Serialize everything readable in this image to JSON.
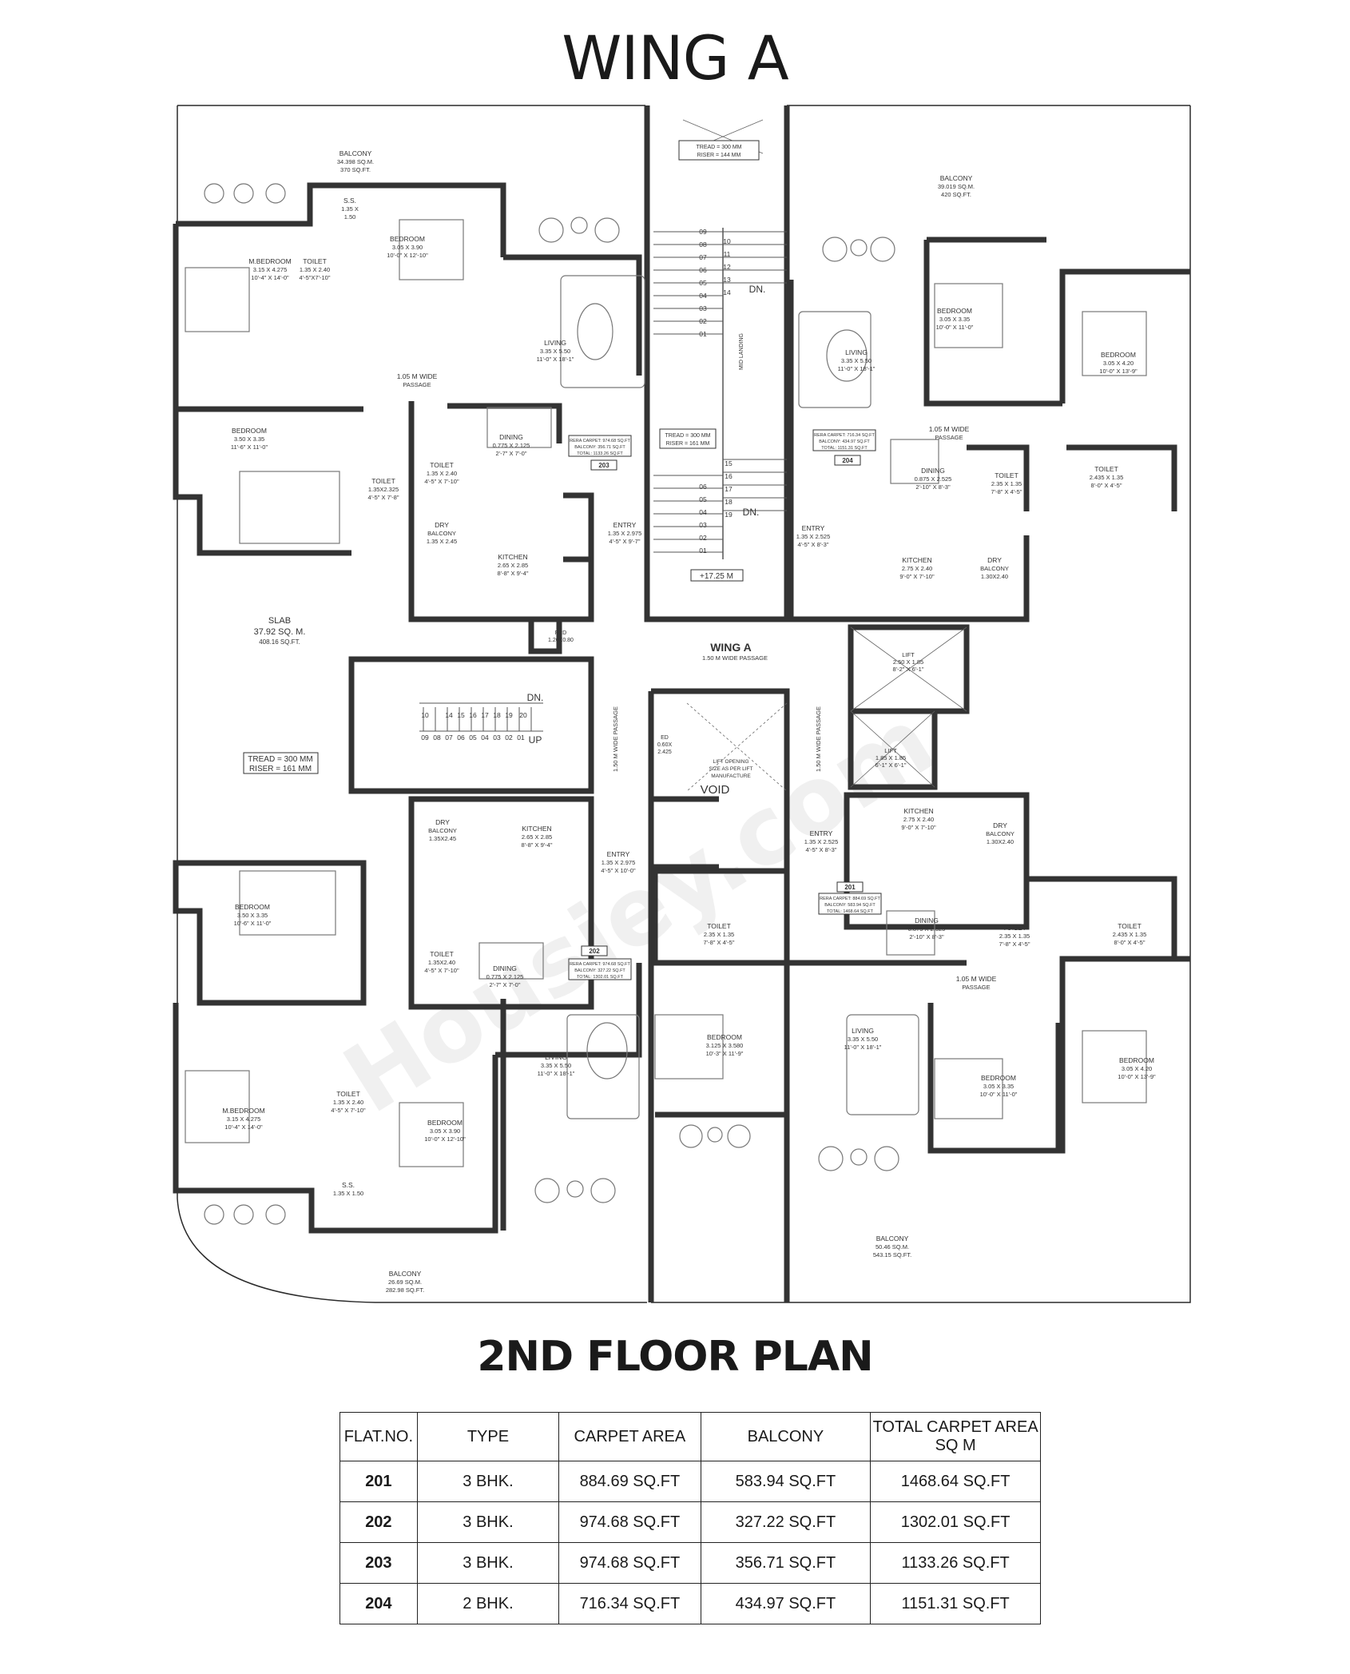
{
  "header": {
    "wing_title": "WING A"
  },
  "footer": {
    "floor_title": "2ND FLOOR PLAN"
  },
  "watermark": "Housiey.com",
  "plan": {
    "center_label": "WING A",
    "center_sub": "1.50 M WIDE PASSAGE",
    "level": "+17.25 M",
    "void": "VOID",
    "lift_opening": [
      "LIFT OPENING",
      "SIZE AS PER LIFT",
      "MANUFACTURE"
    ],
    "slab": {
      "name": "SLAB",
      "sqm": "37.92 SQ. M.",
      "sqft": "408.16 SQ.FT."
    },
    "tread_riser": [
      "TREAD = 300 MM",
      "RISER = 161 MM"
    ],
    "top_tread": [
      "TREAD = 300 MM",
      "RISER = 144 MM"
    ],
    "mid_tread": [
      "TREAD = 300 MM",
      "RISER = 161 MM"
    ],
    "stair_dn": "DN.",
    "stair_up": "UP",
    "stair_steps_top": [
      "09",
      "08",
      "07",
      "06",
      "05",
      "04",
      "03",
      "02",
      "01"
    ],
    "stair_steps_top_r": [
      "10",
      "11",
      "12",
      "13",
      "14"
    ],
    "stair_steps_mid": [
      "06",
      "05",
      "04",
      "03",
      "02",
      "01"
    ],
    "stair_steps_mid_r": [
      "15",
      "16",
      "17",
      "18",
      "19"
    ],
    "stair_west_top": [
      "10",
      "14",
      "15",
      "16",
      "17",
      "18",
      "19",
      "20"
    ],
    "stair_west_bot": [
      "09",
      "08",
      "07",
      "06",
      "05",
      "04",
      "03",
      "02",
      "01"
    ],
    "mid_landing": "MID LANDING",
    "frd": [
      "FRD",
      "1.20X0.80"
    ],
    "ed": [
      "ED",
      "0.60X",
      "2.425"
    ],
    "passage_150": "1.50 M WIDE PASSAGE",
    "lift1": [
      "LIFT",
      "2.50 X 1.85",
      "8'-2\" X 6'-1\""
    ],
    "lift2": [
      "LIFT",
      "1.85 X 1.85",
      "6'-1\" X 6'-1\""
    ],
    "flat_tags": [
      "203",
      "204",
      "202",
      "201"
    ],
    "rera_203": [
      "RERA CARPET: 974.68 SQ.FT",
      "BALCONY: 356.71 SQ.FT",
      "TOTAL: 1133.26 SQ.FT"
    ],
    "rera_204": [
      "RERA CARPET: 716.34 SQ.FT",
      "BALCONY: 434.97 SQ.FT",
      "TOTAL: 1151.31 SQ.FT"
    ],
    "rera_202": [
      "RERA CARPET: 974.68 SQ.FT",
      "BALCONY: 327.22 SQ.FT",
      "TOTAL: 1302.01 SQ.FT"
    ],
    "rera_201": [
      "RERA CARPET: 884.69 SQ.FT",
      "BALCONY: 583.94 SQ.FT",
      "TOTAL: 1468.64 SQ.FT"
    ],
    "rooms": [
      [
        "BALCONY",
        "34.398 SQ.M.",
        "370 SQ.FT."
      ],
      [
        "S.S.",
        "1.35 X",
        "1.50"
      ],
      [
        "BEDROOM",
        "3.05 X 3.90",
        "10'-0\" X 12'-10\""
      ],
      [
        "M.BEDROOM",
        "3.15 X 4.275",
        "10'-4\" X 14'-0\""
      ],
      [
        "TOILET",
        "1.35 X 2.40",
        "4'-5\"X7'-10\""
      ],
      [
        "LIVING",
        "3.35 X 5.50",
        "11'-0\" X 18'-1\""
      ],
      [
        "1.05 M WIDE",
        "PASSAGE",
        ""
      ],
      [
        "BEDROOM",
        "3.50 X 3.35",
        "11'-6\" X 11'-0\""
      ],
      [
        "TOILET",
        "1.35 X 2.40",
        "4'-5\" X 7'-10\""
      ],
      [
        "DINING",
        "0.775 X 2.125",
        "2'-7\" X 7'-0\""
      ],
      [
        "TOILET",
        "1.35X2.325",
        "4'-5\" X 7'-8\""
      ],
      [
        "ENTRY",
        "1.35 X 2.975",
        "4'-5\" X 9'-7\""
      ],
      [
        "DRY",
        "BALCONY",
        "1.35 X 2.45"
      ],
      [
        "KITCHEN",
        "2.65 X 2.85",
        "8'-8\" X 9'-4\""
      ],
      [
        "BALCONY",
        "39.019 SQ.M.",
        "420 SQ.FT."
      ],
      [
        "LIVING",
        "3.35 X 5.50",
        "11'-0\" X 18'-1\""
      ],
      [
        "BEDROOM",
        "3.05 X 3.35",
        "10'-0\" X 11'-0\""
      ],
      [
        "BEDROOM",
        "3.05 X 4.20",
        "10'-0\" X 13'-9\""
      ],
      [
        "1.05 M WIDE",
        "PASSAGE",
        ""
      ],
      [
        "DINING",
        "0.875 X 2.525",
        "2'-10\" X 8'-3\""
      ],
      [
        "TOILET",
        "2.35 X 1.35",
        "7'-8\" X 4'-5\""
      ],
      [
        "TOILET",
        "2.435 X 1.35",
        "8'-0\" X 4'-5\""
      ],
      [
        "ENTRY",
        "1.35 X 2.525",
        "4'-5\" X 8'-3\""
      ],
      [
        "KITCHEN",
        "2.75 X 2.40",
        "9'-0\" X 7'-10\""
      ],
      [
        "DRY",
        "BALCONY",
        "1.30X2.40"
      ],
      [
        "DRY",
        "BALCONY",
        "1.35X2.45"
      ],
      [
        "KITCHEN",
        "2.65 X 2.85",
        "8'-8\" X 9'-4\""
      ],
      [
        "ENTRY",
        "1.35 X 2.975",
        "4'-5\" X 10'-0\""
      ],
      [
        "BEDROOM",
        "3.50 X 3.35",
        "10'-6\" X 11'-0\""
      ],
      [
        "TOILET",
        "1.35X2.40",
        "4'-5\" X 7'-10\""
      ],
      [
        "DINING",
        "0.775 X 2.125",
        "2'-7\" X 7'-0\""
      ],
      [
        "LIVING",
        "3.35 X 5.50",
        "11'-0\" X 18'-1\""
      ],
      [
        "M.BEDROOM",
        "3.15 X 4.275",
        "10'-4\" X 14'-0\""
      ],
      [
        "TOILET",
        "1.35 X 2.40",
        "4'-5\" X 7'-10\""
      ],
      [
        "BEDROOM",
        "3.05 X 3.90",
        "10'-0\" X 12'-10\""
      ],
      [
        "S.S.",
        "1.35 X 1.50",
        ""
      ],
      [
        "BALCONY",
        "26.69 SQ.M.",
        "282.98 SQ.FT."
      ],
      [
        "KITCHEN",
        "2.75 X 2.40",
        "9'-0\" X 7'-10\""
      ],
      [
        "DRY",
        "BALCONY",
        "1.30X2.40"
      ],
      [
        "ENTRY",
        "1.35 X 2.525",
        "4'-5\" X 8'-3\""
      ],
      [
        "TOILET",
        "2.35 X 1.35",
        "7'-8\" X 4'-5\""
      ],
      [
        "DINING",
        "0.875 X 2.525",
        "2'-10\" X 8'-3\""
      ],
      [
        "TOILET",
        "2.35 X 1.35",
        "7'-8\" X 4'-5\""
      ],
      [
        "TOILET",
        "2.435 X 1.35",
        "8'-0\" X 4'-5\""
      ],
      [
        "1.05 M WIDE",
        "PASSAGE",
        ""
      ],
      [
        "BEDROOM",
        "3.125 X 3.580",
        "10'-3\" X 11'-9\""
      ],
      [
        "LIVING",
        "3.35 X 5.50",
        "11'-0\" X 18'-1\""
      ],
      [
        "BEDROOM",
        "3.05 X 3.35",
        "10'-0\" X 11'-0\""
      ],
      [
        "BEDROOM",
        "3.05 X 4.20",
        "10'-0\" X 13'-9\""
      ],
      [
        "BALCONY",
        "50.46 SQ.M.",
        "543.15 SQ.FT."
      ]
    ]
  },
  "table": {
    "headers": [
      "FLAT.NO.",
      "TYPE",
      "CARPET AREA",
      "BALCONY",
      "TOTAL CARPET AREA SQ M"
    ],
    "rows": [
      [
        "201",
        "3 BHK.",
        "884.69 SQ.FT",
        "583.94 SQ.FT",
        "1468.64 SQ.FT"
      ],
      [
        "202",
        "3 BHK.",
        "974.68 SQ.FT",
        "327.22 SQ.FT",
        "1302.01 SQ.FT"
      ],
      [
        "203",
        "3 BHK.",
        "974.68 SQ.FT",
        "356.71 SQ.FT",
        "1133.26 SQ.FT"
      ],
      [
        "204",
        "2 BHK.",
        "716.34 SQ.FT",
        "434.97 SQ.FT",
        "1151.31 SQ.FT"
      ]
    ]
  }
}
